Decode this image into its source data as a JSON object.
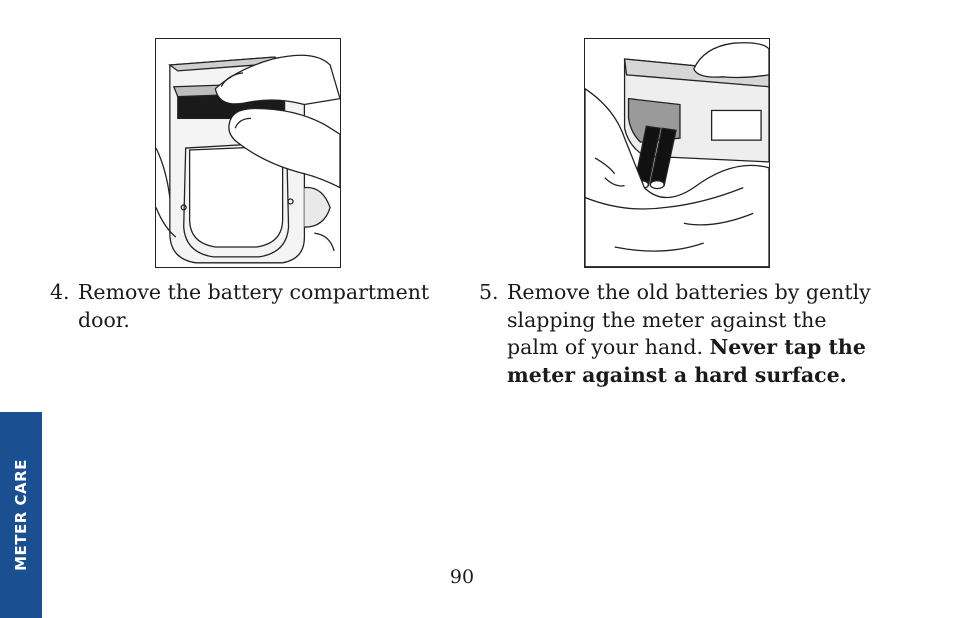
{
  "steps": [
    {
      "number": "4.",
      "text": "Remove the battery compartment door."
    },
    {
      "number": "5.",
      "text": "Remove the old batteries by gently slapping the meter against the palm of your hand.",
      "bold_text": "Never tap the meter against a hard surface."
    }
  ],
  "side_tab": {
    "label": "METER CARE",
    "color": "#1a4f91"
  },
  "page_number": "90"
}
